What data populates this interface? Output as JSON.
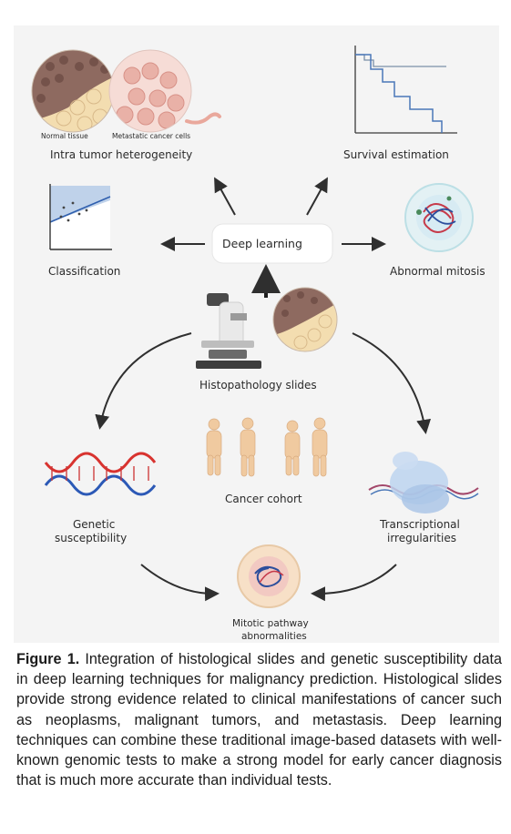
{
  "diagram": {
    "center_label": "Deep learning",
    "top_left": {
      "label": "Intra tumor heterogeneity",
      "sublabel_left": "Normal tissue",
      "sublabel_right": "Metastatic cancer cells"
    },
    "top_right": {
      "label": "Survival estimation"
    },
    "left": {
      "label": "Classification"
    },
    "right": {
      "label": "Abnormal mitosis"
    },
    "middle": {
      "label": "Histopathology slides"
    },
    "cohort": {
      "label": "Cancer cohort"
    },
    "bottom_left": {
      "label_line1": "Genetic",
      "label_line2": "susceptibility"
    },
    "bottom_right": {
      "label_line1": "Transcriptional",
      "label_line2": "irregularities"
    },
    "bottom": {
      "label_line1": "Mitotic pathway",
      "label_line2": "abnormalities"
    }
  },
  "caption": {
    "prefix": "Figure 1.",
    "text": " Integration of histological slides and genetic susceptibility data in deep learning techniques for malignancy prediction. Histological slides provide strong evidence related to clinical manifestations of cancer such as neoplasms, malignant tumors, and metastasis. Deep learning techniques can combine these traditional image-based datasets with well-known genomic tests to make a strong model for early cancer diagnosis that is much more accurate than individual tests."
  },
  "colors": {
    "panel_bg": "#f4f4f4",
    "arrow": "#2f2f2f",
    "skin": "#f0caa0",
    "tissue_light": "#f3ddb0",
    "tissue_dark": "#8e6a60",
    "curve_blue": "#4a77b8",
    "dna_red": "#d8332f",
    "dna_blue": "#2c59b6"
  }
}
